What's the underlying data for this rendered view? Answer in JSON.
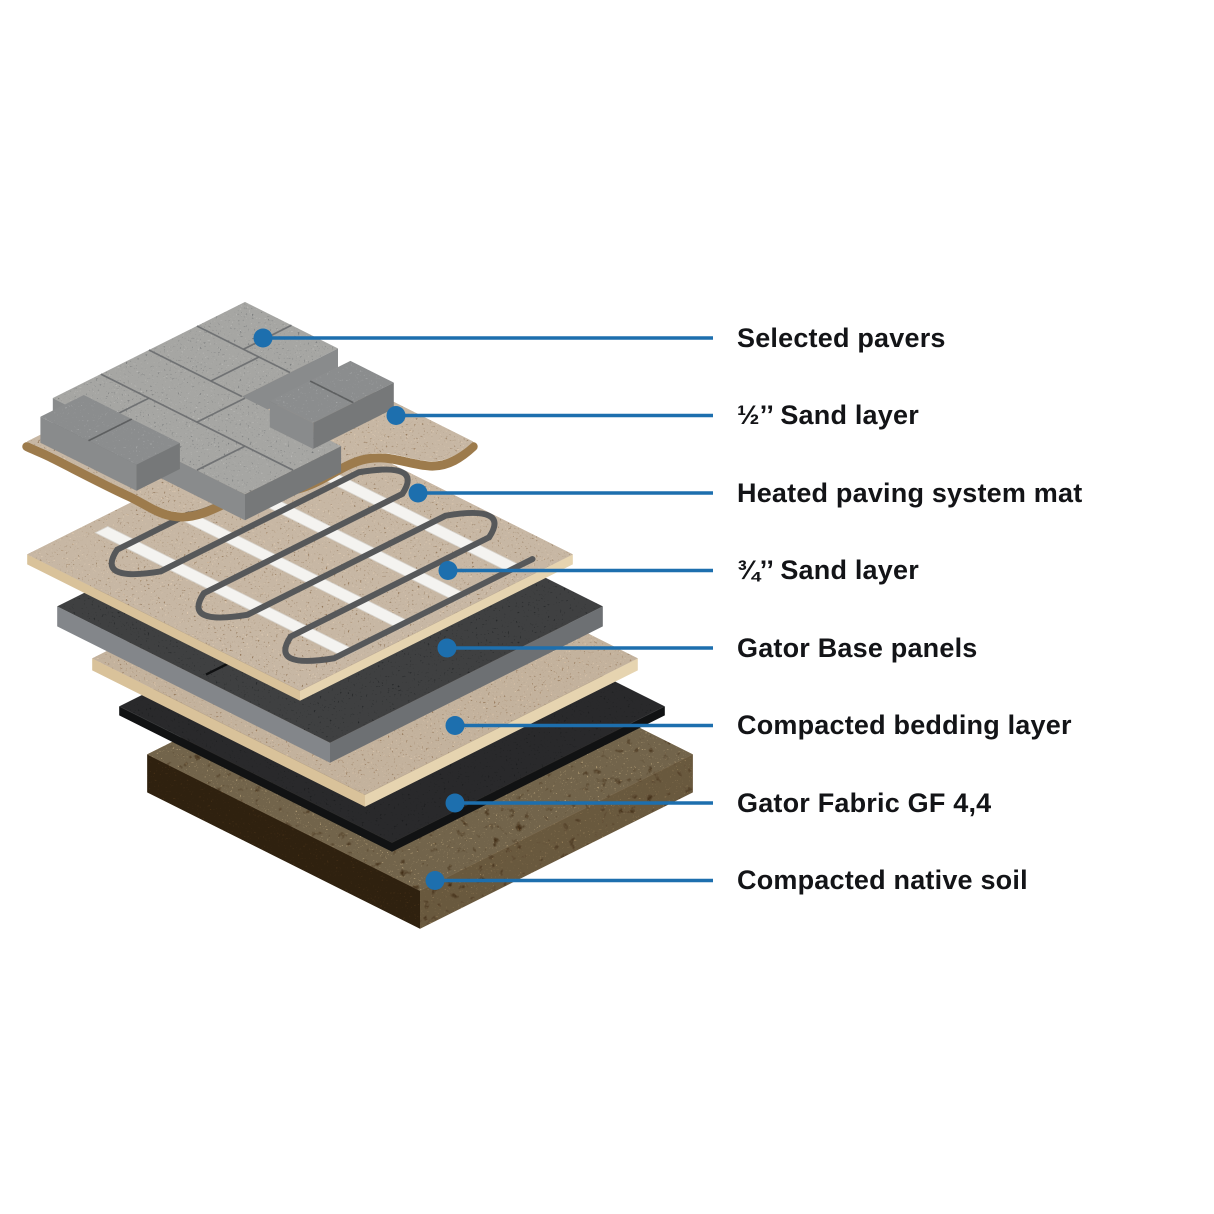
{
  "diagram": {
    "description": "Exploded cutaway diagram of heated paver installation layers",
    "background": "#ffffff"
  },
  "colors": {
    "background": "#ffffff",
    "accent": "#1d6fae",
    "label": "#131417",
    "paver-top": "#9a9c9d",
    "paver-top-light": "#a7a9aa",
    "paver-side-left": "#898b8c",
    "paver-side-right": "#767879",
    "paver-joint": "#6b6d6f",
    "sand-top": "#c8a178",
    "sand-side-left": "#d9c29a",
    "sand-side-right": "#e6d4b0",
    "sand-edge": "#9d7b4c",
    "cable": "#56585a",
    "strap": "#f4f3f0",
    "gator-top": "#242628",
    "gator-side-left": "#83868a",
    "gator-side-right": "#6d7073",
    "gator-seam": "#0b0c0d",
    "fabric-top": "#1b1c1e",
    "fabric-side": "#111213",
    "soil-top": "#6f4e27",
    "soil-side-left": "#4a3318",
    "soil-side-right": "#5d4120"
  },
  "layers": [
    {
      "id": "selected-pavers",
      "label": "Selected pavers",
      "color": "#9a9c9d"
    },
    {
      "id": "sand-half-inch",
      "label": "½’’ Sand layer",
      "color": "#c8a178"
    },
    {
      "id": "heating-mat",
      "label": "Heated paving system mat",
      "color": "#56585a"
    },
    {
      "id": "sand-three-quarter",
      "label": "¾’’ Sand layer",
      "color": "#c8a178"
    },
    {
      "id": "gator-base",
      "label": "Gator Base panels",
      "color": "#242628"
    },
    {
      "id": "bedding",
      "label": "Compacted bedding layer",
      "color": "#c8a178"
    },
    {
      "id": "gator-fabric",
      "label": "Gator Fabric GF 4,4",
      "color": "#1b1c1e"
    },
    {
      "id": "native-soil",
      "label": "Compacted native soil",
      "color": "#6f4e27"
    }
  ]
}
